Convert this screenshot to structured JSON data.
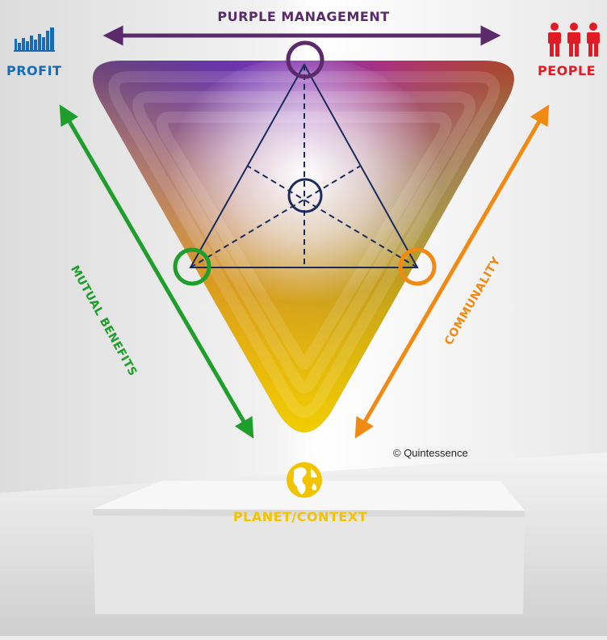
{
  "labels": {
    "purple_management": "PURPLE MANAGEMENT",
    "profit": "PROFIT",
    "people": "PEOPLE",
    "mutual_benefits": "MUTUAL BENEFITS",
    "communality": "COMMUNALITY",
    "planet_context": "PLANET/CONTEXT",
    "copyright": "© Quintessence"
  },
  "colors": {
    "purple": "#5b2a6a",
    "profit_blue": "#1a6bb5",
    "people_red": "#e01b24",
    "green": "#1e9e2a",
    "orange": "#f08a12",
    "yellow": "#f2c400",
    "navy": "#1a2b5c"
  },
  "icons": {
    "profit": "bar-chart-icon",
    "people": "people-group-icon",
    "planet": "globe-icon"
  }
}
